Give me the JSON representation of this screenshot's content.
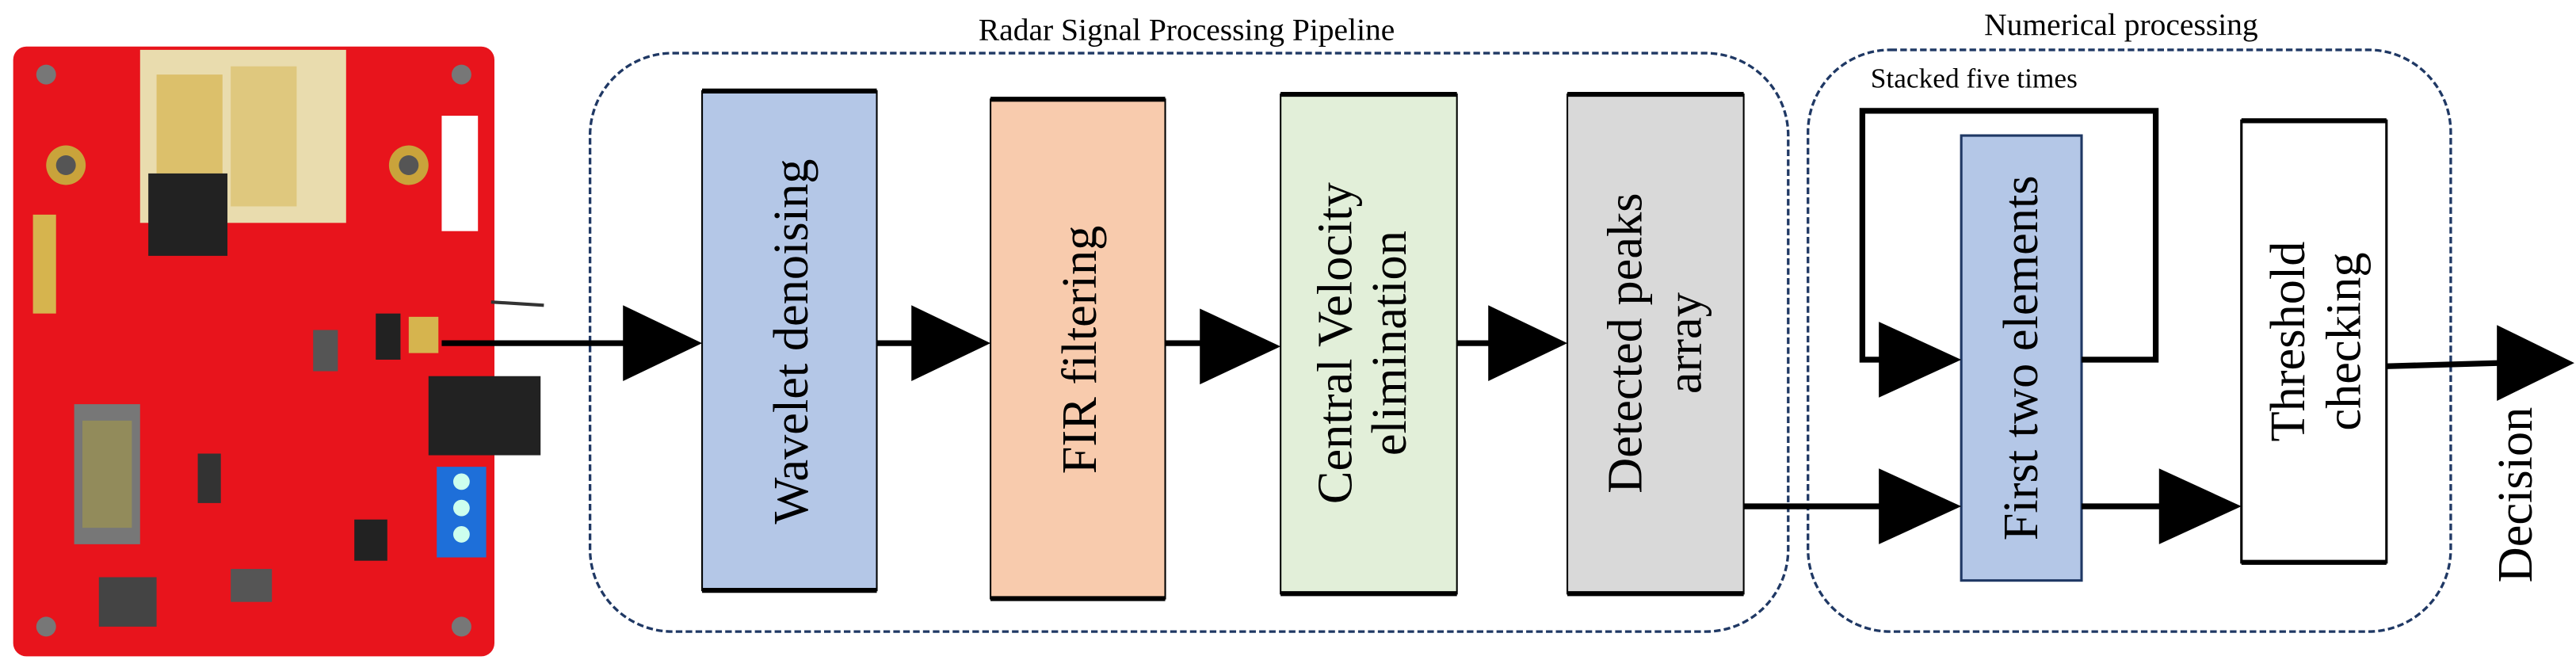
{
  "titles": {
    "pipeline": "Radar Signal Processing Pipeline",
    "numerical": "Numerical processing",
    "stacked": "Stacked five times"
  },
  "blocks": {
    "wavelet": "Wavelet denoising",
    "fir": "FIR filtering",
    "central_1": "Central Velocity",
    "central_2": "elimination",
    "detected_1": "Detected peaks",
    "detected_2": "array",
    "first_two": "First two elements",
    "threshold_1": "Threshold",
    "threshold_2": "checking"
  },
  "output": "Decision",
  "colors": {
    "wavelet": "#b4c7e7",
    "fir": "#f8cbad",
    "central": "#e2efd9",
    "detected": "#d9d9d9",
    "first_two": "#b4c7e7",
    "board": "#e8141c",
    "dashed_border": "#1f3864"
  },
  "icons": {
    "board": "radar-sensor-board-image"
  }
}
